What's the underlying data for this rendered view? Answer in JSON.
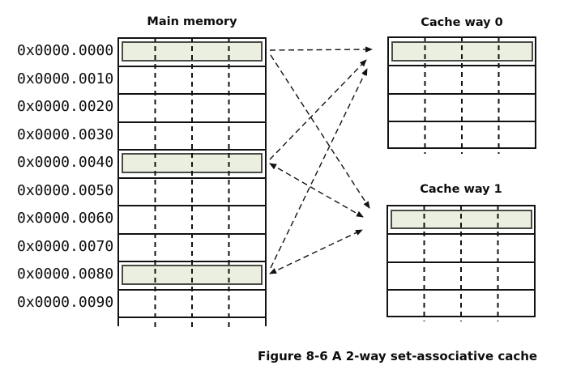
{
  "memory": {
    "title": "Main memory",
    "columns": 4,
    "addresses": [
      "0x0000.0000",
      "0x0000.0010",
      "0x0000.0020",
      "0x0000.0030",
      "0x0000.0040",
      "0x0000.0050",
      "0x0000.0060",
      "0x0000.0070",
      "0x0000.0080",
      "0x0000.0090"
    ],
    "highlighted_addresses": [
      "0x0000.0000",
      "0x0000.0040",
      "0x0000.0080"
    ],
    "continues_below": true
  },
  "cache_way0": {
    "title": "Cache way 0",
    "rows": 4,
    "columns": 4,
    "highlighted_row": 0
  },
  "cache_way1": {
    "title": "Cache way 1",
    "rows": 4,
    "columns": 4,
    "highlighted_row": 0
  },
  "mappings": [
    {
      "from": "0x0000.0000",
      "to": "Cache way 0 line 0",
      "bidirectional": false
    },
    {
      "from": "0x0000.0000",
      "to": "Cache way 1 line 0",
      "bidirectional": false
    },
    {
      "from": "0x0000.0040",
      "to": "Cache way 0 line 0",
      "bidirectional": false
    },
    {
      "from": "0x0000.0040",
      "to": "Cache way 1 line 0",
      "bidirectional": true
    },
    {
      "from": "0x0000.0080",
      "to": "Cache way 0 line 0",
      "bidirectional": false
    },
    {
      "from": "0x0000.0080",
      "to": "Cache way 1 line 0",
      "bidirectional": true
    }
  ],
  "caption": "Figure 8-6 A 2-way set-associative cache",
  "colors": {
    "line": "#121212",
    "highlight_fill": "#eaefdf",
    "highlight_border": "#474d45",
    "background": "#ffffff"
  }
}
